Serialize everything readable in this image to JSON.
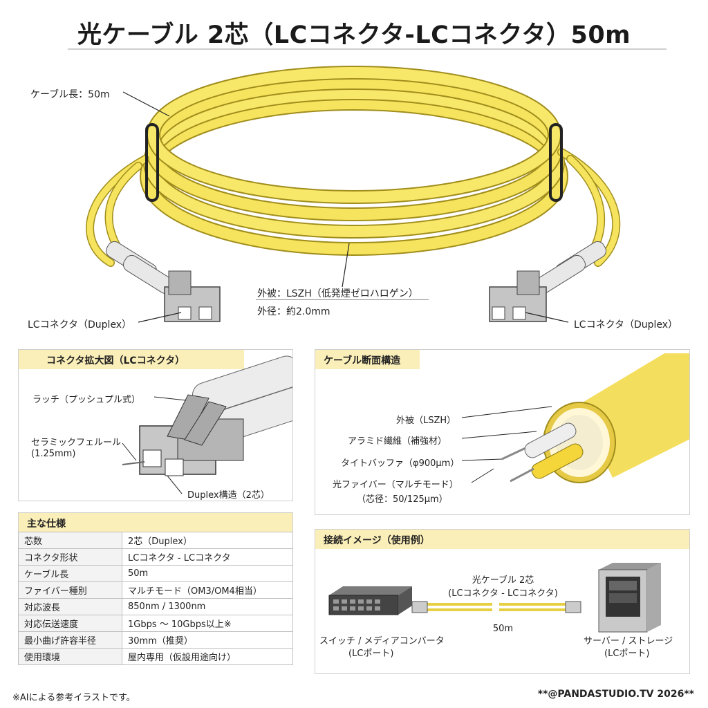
{
  "title": "光ケーブル 2芯（LCコネクタ-LCコネクタ）50m",
  "main": {
    "cable_length": "ケーブル長：50m",
    "jacket": "外被：LSZH（低発煙ゼロハロゲン）",
    "outer_diameter": "外径：約2.0mm",
    "connector_left": "LCコネクタ（Duplex）",
    "connector_right": "LCコネクタ（Duplex）"
  },
  "connector_panel": {
    "title": "コネクタ拡大図（LCコネクタ）",
    "latch": "ラッチ（プッシュプル式）",
    "ferrule": "セラミックフェルール",
    "ferrule_size": "(1.25mm)",
    "duplex": "Duplex構造（2芯）"
  },
  "section_panel": {
    "title": "ケーブル断面構造",
    "jacket": "外被（LSZH）",
    "aramid": "アラミド繊維（補強材）",
    "buffer": "タイトバッファ（φ900μm）",
    "fiber": "光ファイバー（マルチモード）",
    "core": "（芯径：50/125μm）"
  },
  "spec": {
    "title": "主な仕様",
    "rows": [
      {
        "key": "芯数",
        "value": "2芯（Duplex）"
      },
      {
        "key": "コネクタ形状",
        "value": "LCコネクタ - LCコネクタ"
      },
      {
        "key": "ケーブル長",
        "value": "50m"
      },
      {
        "key": "ファイバー種別",
        "value": "マルチモード（OM3/OM4相当）"
      },
      {
        "key": "対応波長",
        "value": "850nm / 1300nm"
      },
      {
        "key": "対応伝送速度",
        "value": "1Gbps 〜 10Gbps以上※"
      },
      {
        "key": "最小曲げ許容半径",
        "value": "30mm（推奨）"
      },
      {
        "key": "使用環境",
        "value": "屋内専用（仮設用途向け）"
      }
    ]
  },
  "connection_panel": {
    "title": "接続イメージ（使用例）",
    "cable_label": "光ケーブル 2芯",
    "cable_sub": "(LCコネクタ - LCコネクタ)",
    "length": "50m",
    "switch": "スイッチ / メディアコンバータ",
    "switch_port": "(LCポート)",
    "server": "サーバー / ストレージ",
    "server_port": "(LCポート)"
  },
  "footer": {
    "note": "※AIによる参考イラストです。",
    "credit": "**@PANDASTUDIO.TV 2026**"
  },
  "colors": {
    "cable": "#f6e45e",
    "header": "#fbefb9",
    "connector": "#b9b9b9"
  }
}
